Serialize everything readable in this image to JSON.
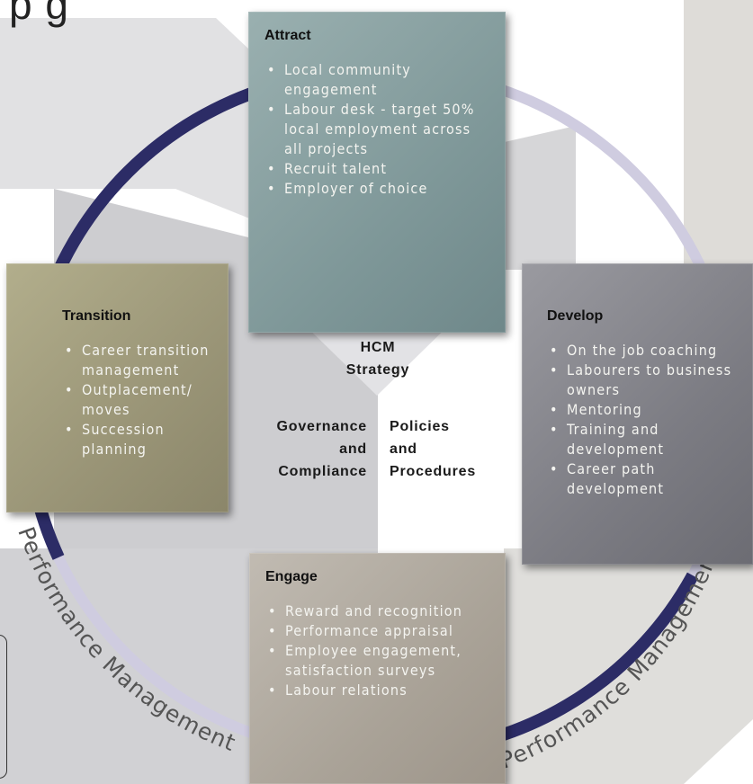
{
  "title_fragment": "p   g",
  "attract": {
    "heading": "Attract",
    "items": [
      "Local community engagement",
      "Labour desk - target 50% local employment across all projects",
      "Recruit talent",
      "Employer of choice"
    ]
  },
  "develop": {
    "heading": "Develop",
    "items": [
      "On the job coaching",
      "Labourers to business owners",
      "Mentoring",
      "Training and development",
      "Career path development"
    ]
  },
  "transition": {
    "heading": "Transition",
    "items": [
      "Career transition management",
      "Outplacement/ moves",
      "Succession planning"
    ]
  },
  "engage": {
    "heading": "Engage",
    "items": [
      "Reward and recognition",
      "Performance appraisal",
      "Employee engagement, satisfaction surveys",
      "Labour relations"
    ]
  },
  "center": {
    "hcm_line1": "HCM",
    "hcm_line2": "Strategy",
    "gov_line1": "Governance",
    "gov_line2": "and",
    "gov_line3": "Compliance",
    "pol_line1": "Policies",
    "pol_line2": "and",
    "pol_line3": "Procedures"
  },
  "cycle_label_left": "Performance Management",
  "cycle_label_right": "Performance Management",
  "colors": {
    "arrow_dark": "#2c2c66",
    "arrow_light": "#cfcce0",
    "attract_box": "#849c9d",
    "develop_box": "#818188",
    "transition_box": "#a09b7c",
    "engage_box": "#b0a99e"
  }
}
